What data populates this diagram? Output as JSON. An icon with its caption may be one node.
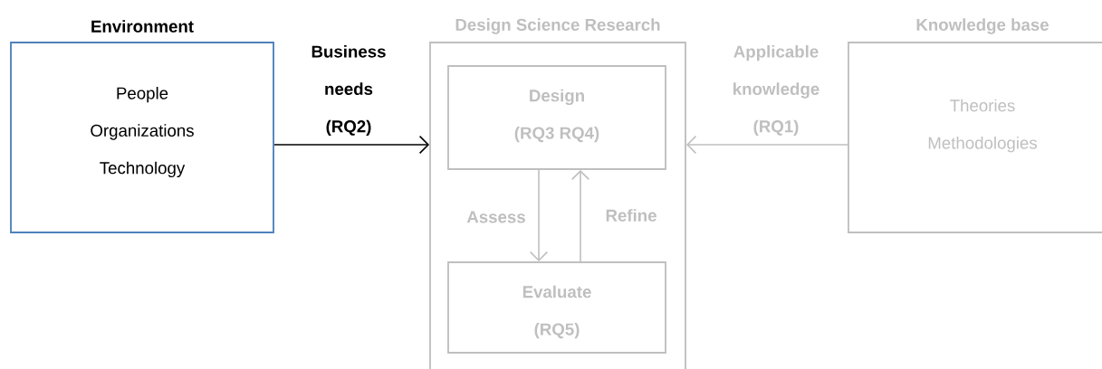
{
  "diagram": {
    "nodes": [
      {
        "text": [
          "Environment",
          "People",
          "Organizations",
          "Technology"
        ]
      },
      {
        "text": [
          "Design Science Research"
        ]
      },
      {
        "text": [
          "Design",
          "(RQ3 RQ4)"
        ],
        "in": 1
      },
      {
        "text": [
          "Evaluate",
          "(RQ5)"
        ],
        "in": 1
      },
      {
        "text": [
          "Knowledge base",
          "Theories",
          "Methodologies"
        ]
      }
    ],
    "edges": [
      {
        "from": 0,
        "to": 1,
        "arrow": "to",
        "label": "Business needs (RQ2)",
        "color": "#000000"
      },
      {
        "from": 4,
        "to": 1,
        "arrow": "to",
        "label": "Applicable knowledge (RQ1)"
      },
      {
        "from": 2,
        "to": 3,
        "arrow": "to",
        "label": "Assess"
      },
      {
        "from": 3,
        "to": 2,
        "arrow": "to",
        "label": "Refine"
      }
    ]
  }
}
